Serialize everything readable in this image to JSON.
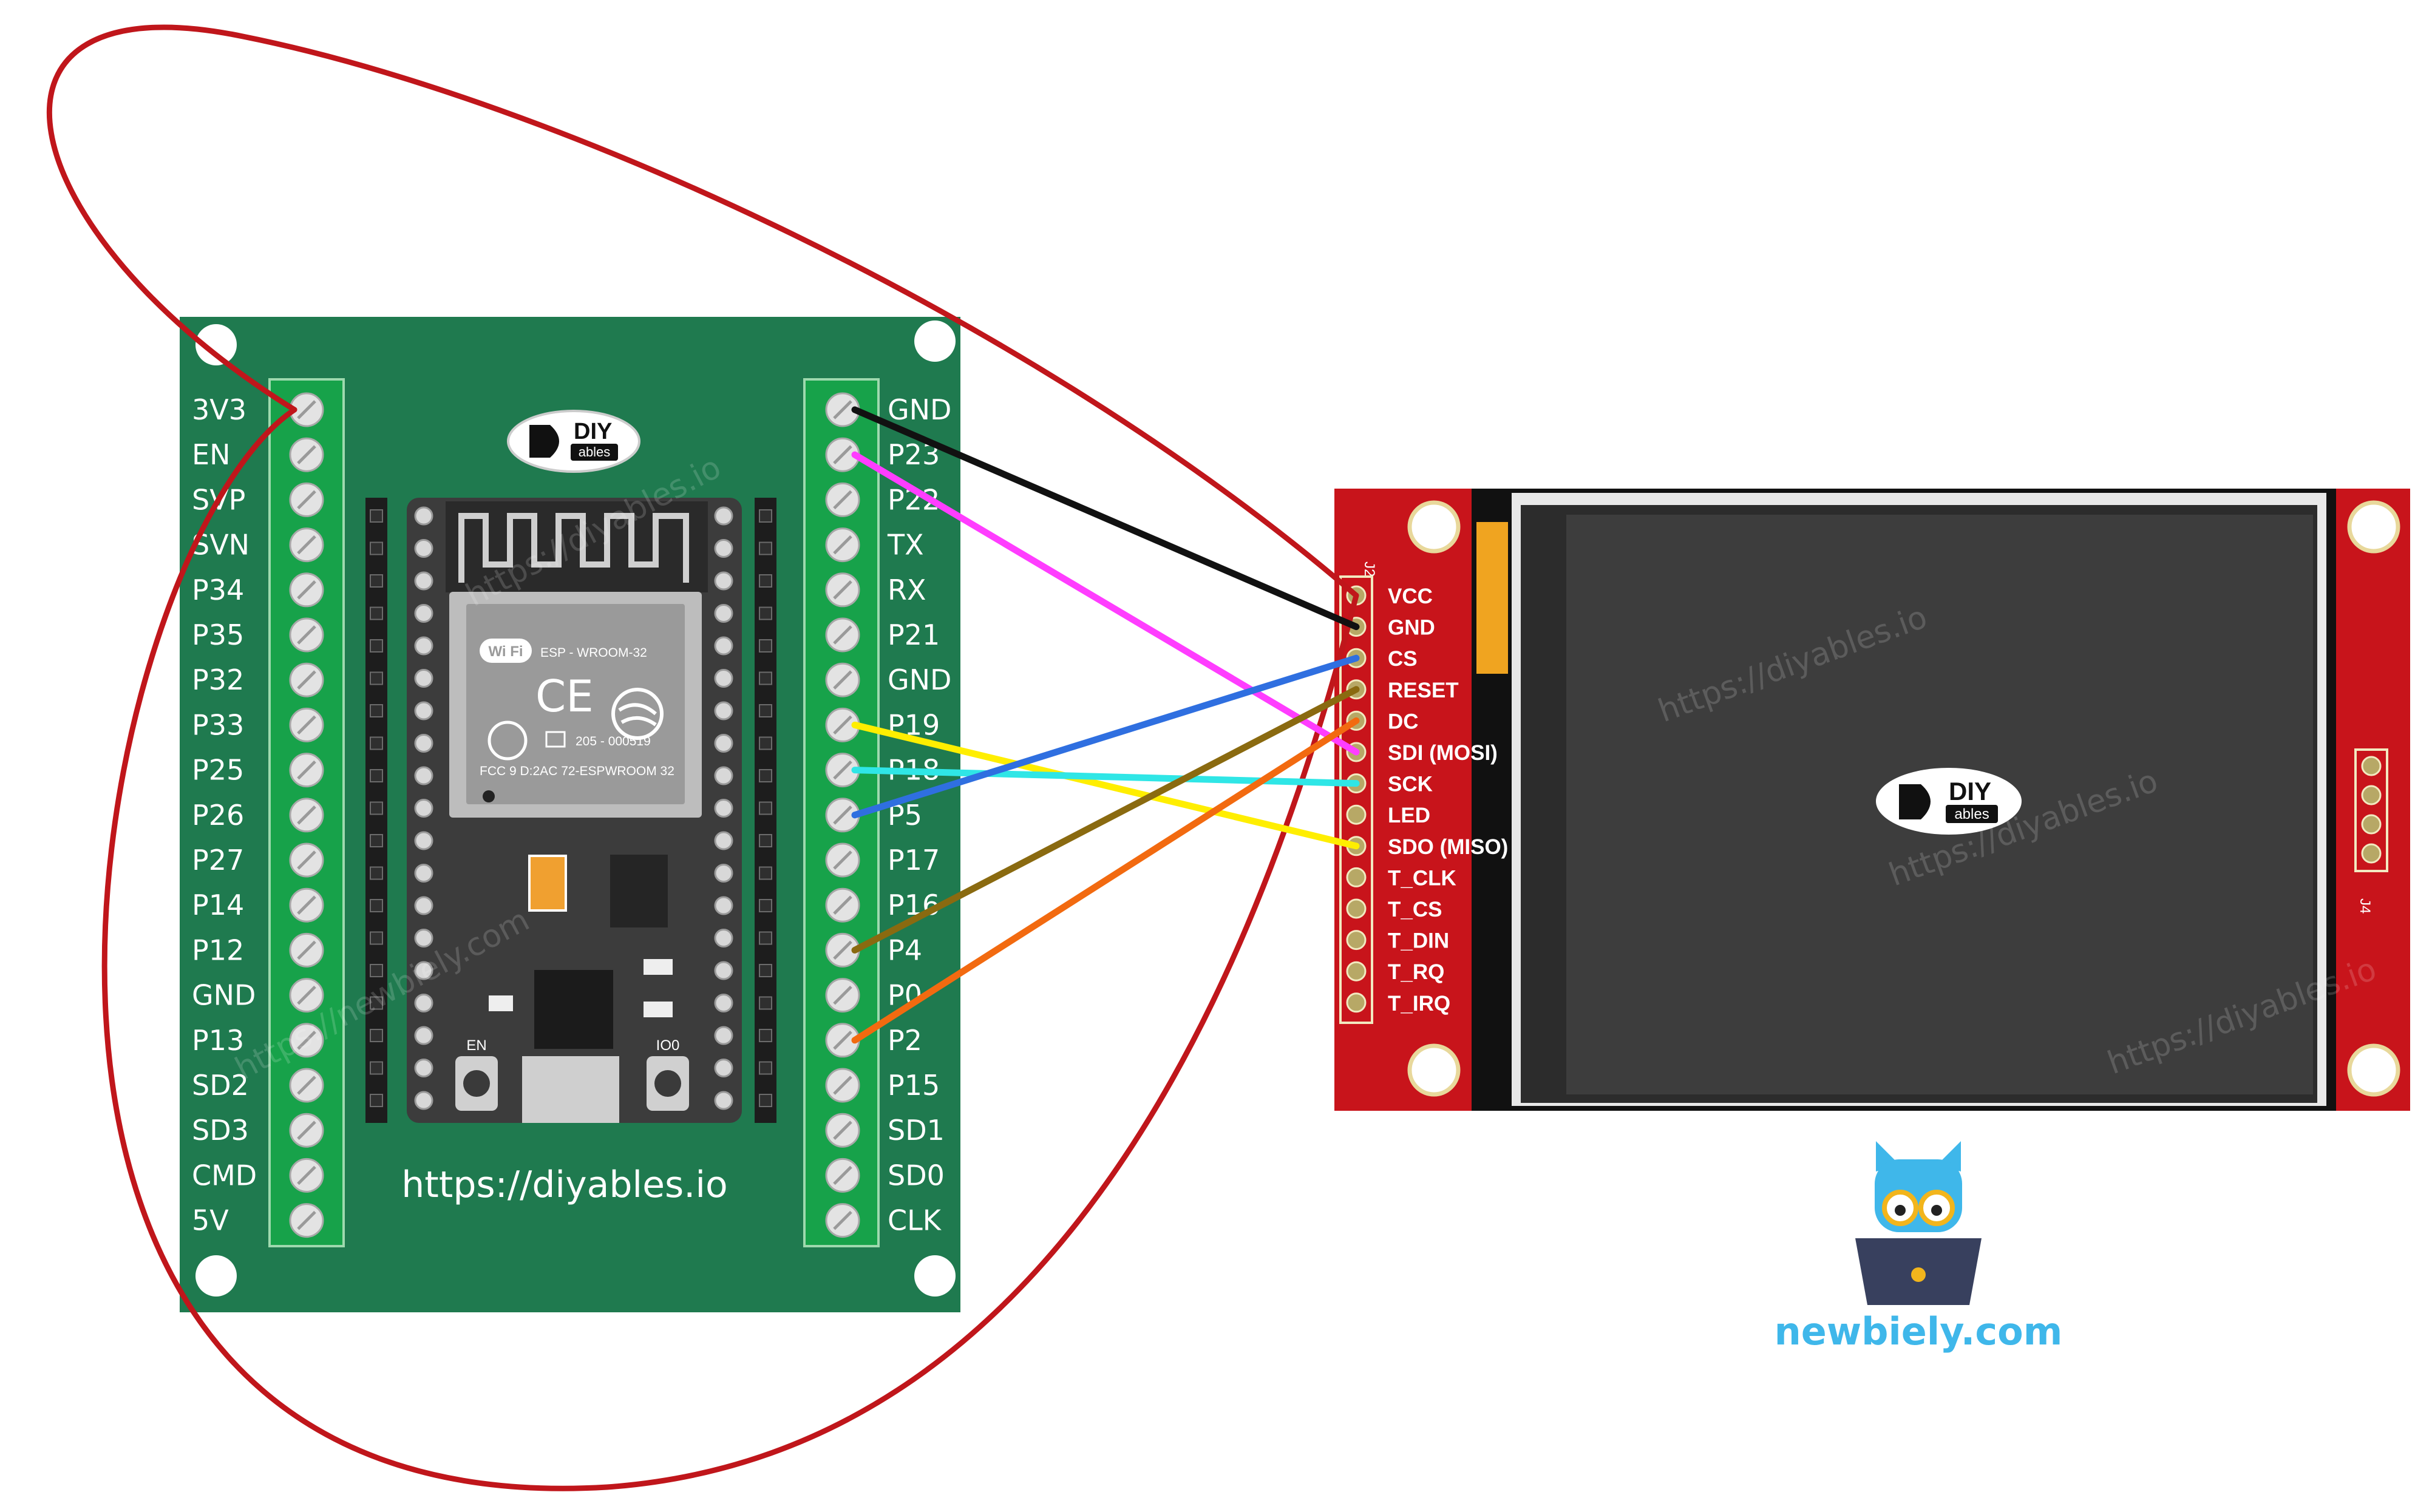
{
  "board": {
    "url": "https://diyables.io",
    "left_pins": [
      "3V3",
      "EN",
      "SVP",
      "SVN",
      "P34",
      "P35",
      "P32",
      "P33",
      "P25",
      "P26",
      "P27",
      "P14",
      "P12",
      "GND",
      "P13",
      "SD2",
      "SD3",
      "CMD",
      "5V"
    ],
    "right_pins": [
      "GND",
      "P23",
      "P22",
      "TX",
      "RX",
      "P21",
      "GND",
      "P19",
      "P18",
      "P5",
      "P17",
      "P16",
      "P4",
      "P0",
      "P2",
      "P15",
      "SD1",
      "SD0",
      "CLK"
    ],
    "module": {
      "name": "ESP - WROOM-32",
      "cert": "205 - 000519",
      "fcc": "FCC 9 D:2AC 72-ESPWROOM 32",
      "wifi_badge": "Wi Fi",
      "ce_mark": "CE",
      "button_en": "EN",
      "button_boot": "IO0"
    },
    "board_color": "#1f7a4f"
  },
  "logo": {
    "line1": "DIY",
    "line2": "ables"
  },
  "tft": {
    "header_left": "J2",
    "header_right": "J4",
    "pins": [
      "VCC",
      "GND",
      "CS",
      "RESET",
      "DC",
      "SDI (MOSI)",
      "SCK",
      "LED",
      "SDO (MISO)",
      "T_CLK",
      "T_CS",
      "T_DIN",
      "T_RQ",
      "T_IRQ"
    ],
    "board_color": "#c8141b"
  },
  "wires": [
    {
      "from": "3V3",
      "to": "VCC",
      "color": "#c0161b"
    },
    {
      "from": "GND",
      "to": "GND",
      "color": "#111111"
    },
    {
      "from": "P23",
      "to": "SDI (MOSI)",
      "color": "#ff3dff"
    },
    {
      "from": "P19",
      "to": "SDO (MISO)",
      "color": "#ffee00"
    },
    {
      "from": "P18",
      "to": "SCK",
      "color": "#2fe6e6"
    },
    {
      "from": "P5",
      "to": "CS",
      "color": "#2f6fe0"
    },
    {
      "from": "P4",
      "to": "RESET",
      "color": "#8a6a10"
    },
    {
      "from": "P2",
      "to": "DC",
      "color": "#f26a10"
    }
  ],
  "watermark": "https://diyables.io",
  "watermark2": "https://newbiely.com",
  "brand": "newbiely.com"
}
